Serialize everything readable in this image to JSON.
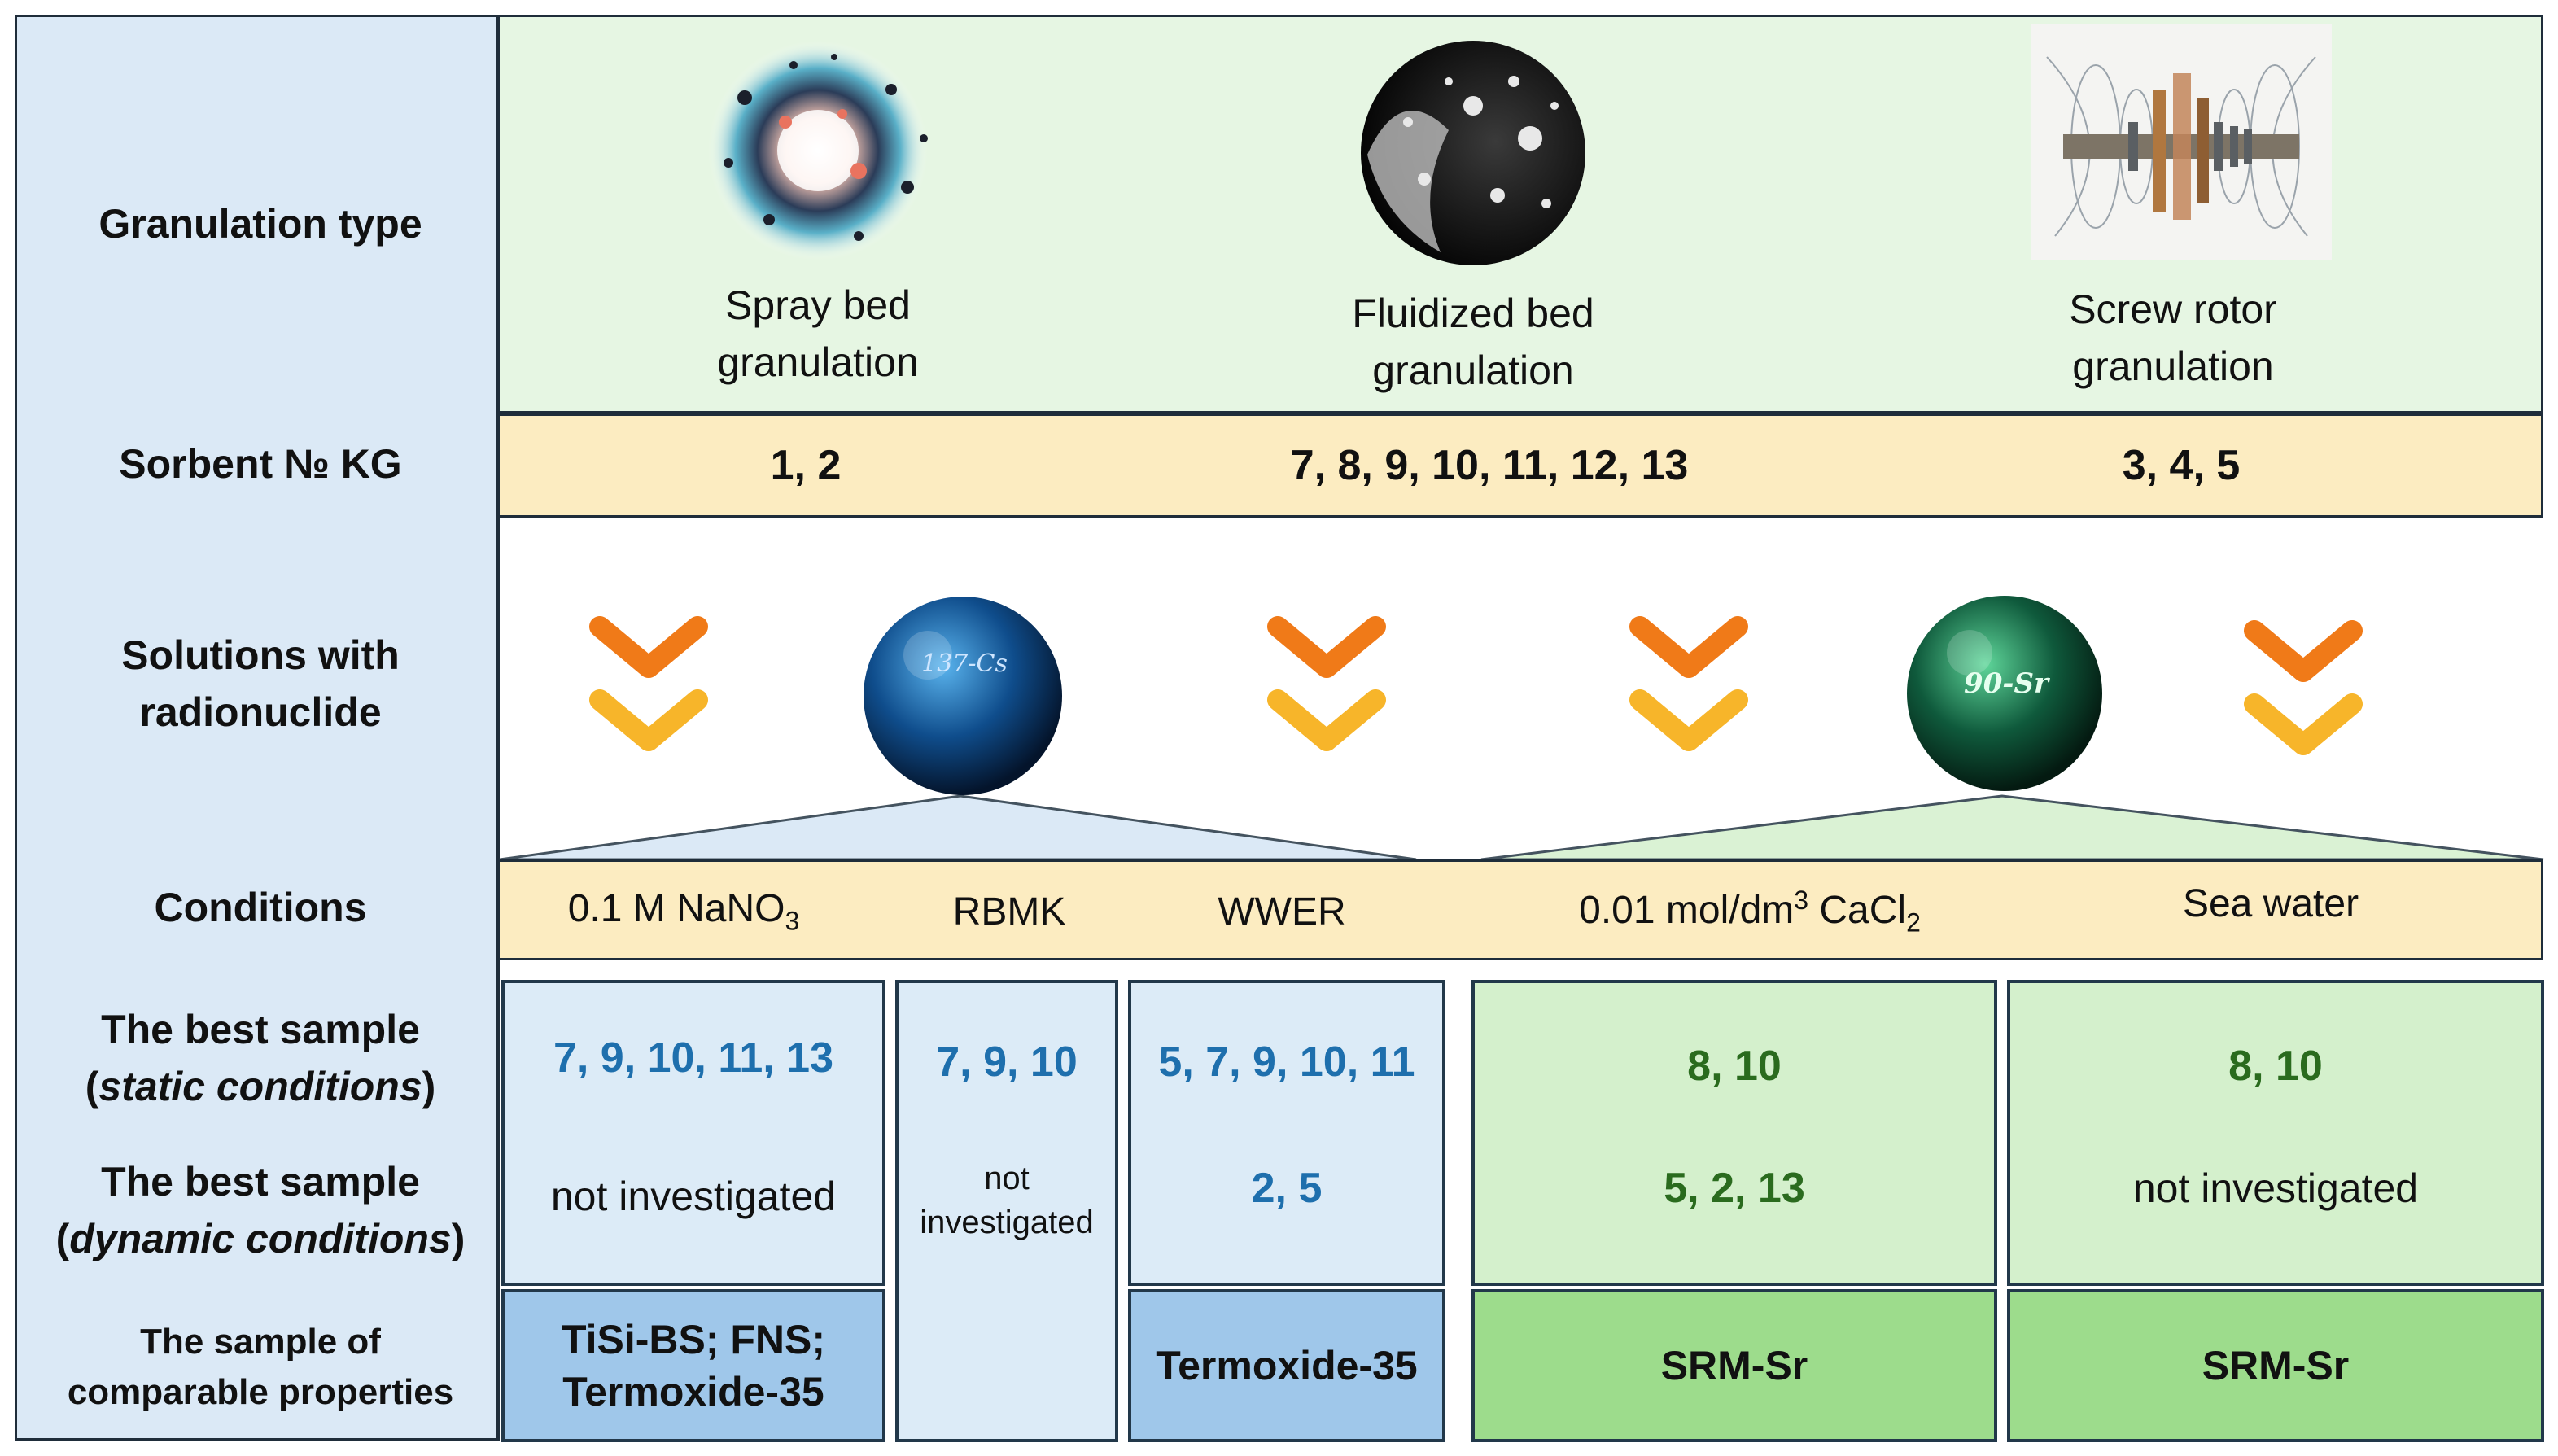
{
  "row_labels": {
    "granulation_type": "Granulation type",
    "sorbent_kg": "Sorbent № KG",
    "solutions_line1": "Solutions with",
    "solutions_line2": "radionuclide",
    "conditions": "Conditions",
    "best_static_line1": "The best sample",
    "best_static_line2": "static conditions",
    "best_dynamic_line1": "The best sample",
    "best_dynamic_line2": "dynamic conditions",
    "comparable_line1": "The sample of",
    "comparable_line2": "comparable properties"
  },
  "granulation": [
    {
      "line1": "Spray bed",
      "line2": "granulation",
      "kg": "1, 2"
    },
    {
      "line1": "Fluidized bed",
      "line2": "granulation",
      "kg": "7, 8, 9, 10, 11, 12, 13"
    },
    {
      "line1": "Screw rotor",
      "line2": "granulation",
      "kg": "3, 4, 5"
    }
  ],
  "radionuclides": {
    "cs": "137-Cs",
    "sr": "90-Sr"
  },
  "conditions": {
    "nano3_prefix": "0.1 M NaNO",
    "nano3_sub": "3",
    "rbmk": "RBMK",
    "wwer": "WWER",
    "cacl2_prefix": "0.01 mol/dm",
    "cacl2_sup": "3",
    "cacl2_mid": " CaCl",
    "cacl2_sub": "2",
    "sea": "Sea water"
  },
  "results": {
    "nano3_static": "7, 9, 10, 11, 13",
    "nano3_dynamic": "not investigated",
    "nano3_comparable_line1": "TiSi-BS; FNS;",
    "nano3_comparable_line2": "Termoxide-35",
    "rbmk_static": "7, 9, 10",
    "rbmk_dynamic_line1": "not",
    "rbmk_dynamic_line2": "investigated",
    "wwer_static": "5, 7, 9, 10, 11",
    "wwer_dynamic": "2, 5",
    "wwer_comparable": "Termoxide-35",
    "cacl2_static": "8, 10",
    "cacl2_dynamic": "5, 2, 13",
    "cacl2_comparable": "SRM-Sr",
    "sea_static": "8, 10",
    "sea_dynamic": "not investigated",
    "sea_comparable": "SRM-Sr"
  },
  "colors": {
    "blue_text": "#1e6fad",
    "green_text": "#2a6b1e",
    "arrow_top": "#f07a18",
    "arrow_bottom": "#f7b52a",
    "label_panel": "#dbe9f6",
    "yellow_band": "#fcecc1",
    "green_band": "#e6f6e3"
  },
  "icons": [
    "spray-bed-image",
    "fluidized-bed-image",
    "screw-rotor-image",
    "chevron-down-icon",
    "cs-sphere-icon",
    "sr-sphere-icon"
  ]
}
